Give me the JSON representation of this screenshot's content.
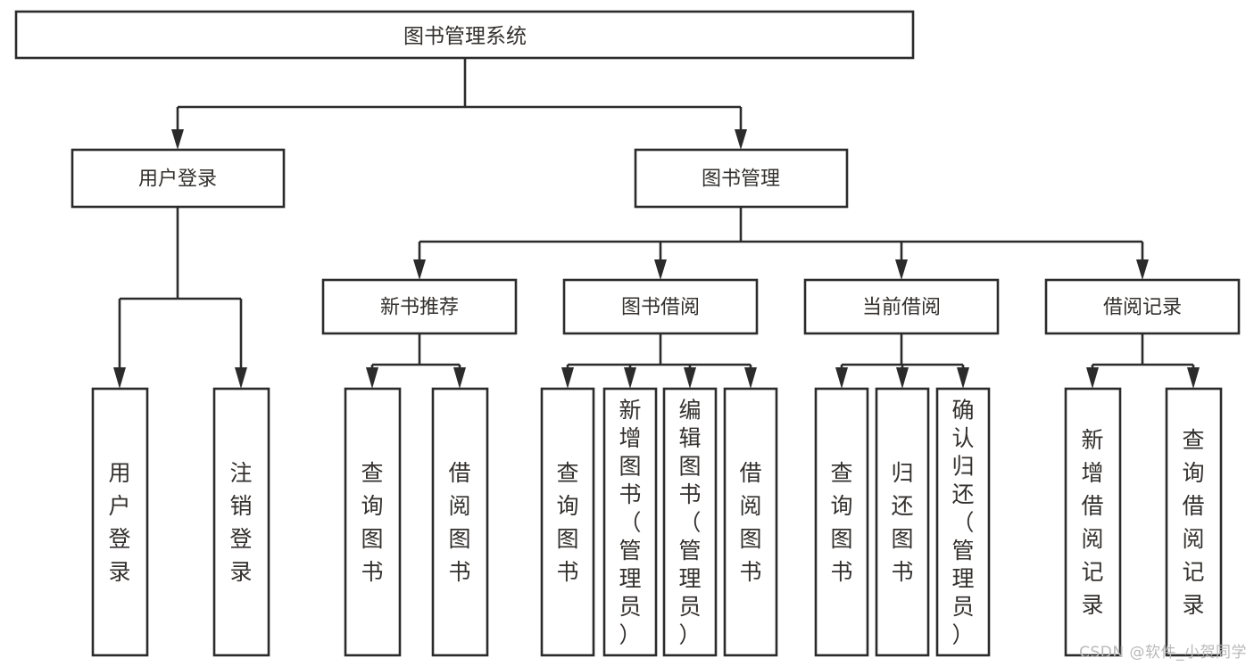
{
  "diagram": {
    "type": "tree-hierarchy",
    "title": "图书管理系统",
    "watermark": "CSDN @软件_小贺同学",
    "colors": {
      "stroke": "#2b2b2b",
      "box_fill": "#ffffff",
      "text": "#33302e",
      "background": "#ffffff",
      "watermark": "#b9b9b9"
    },
    "levels": {
      "root": {
        "label": "图书管理系统"
      },
      "level2": [
        {
          "label": "用户登录"
        },
        {
          "label": "图书管理"
        }
      ],
      "level3": [
        {
          "label": "新书推荐"
        },
        {
          "label": "图书借阅"
        },
        {
          "label": "当前借阅"
        },
        {
          "label": "借阅记录"
        }
      ],
      "leaves": {
        "user_login": [
          {
            "label": "用户登录"
          },
          {
            "label": "注销登录"
          }
        ],
        "new_book_recommend": [
          {
            "label": "查询图书"
          },
          {
            "label": "借阅图书"
          }
        ],
        "book_borrow": [
          {
            "label": "查询图书"
          },
          {
            "label": "新增图书（管理员）"
          },
          {
            "label": "编辑图书（管理员）"
          },
          {
            "label": "借阅图书"
          }
        ],
        "current_borrow": [
          {
            "label": "查询图书"
          },
          {
            "label": "归还图书"
          },
          {
            "label": "确认归还（管理员）"
          }
        ],
        "borrow_record": [
          {
            "label": "新增借阅记录"
          },
          {
            "label": "查询借阅记录"
          }
        ]
      }
    }
  }
}
